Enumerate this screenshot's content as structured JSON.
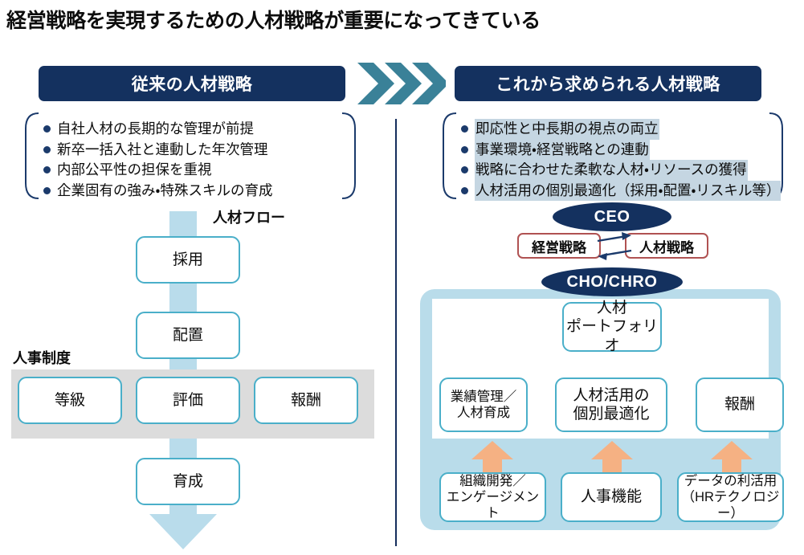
{
  "title": "経営戦略を実現するための人材戦略が重要になってきている",
  "banners": {
    "legacy": "従来の人材戦略",
    "future": "これから求められる人材戦略"
  },
  "legacy_bullets": [
    "自社人材の長期的な管理が前提",
    "新卒一括入社と連動した年次管理",
    "内部公平性の担保を重視",
    "企業固有の強み・特殊スキルの育成"
  ],
  "future_bullets": [
    "即応性と中長期の視点の両立",
    "事業環境・経営戦略との連動",
    "戦略に合わせた柔軟な人材・リソースの獲得",
    "人材活用の個別最適化（採用・配置・リスキル等）"
  ],
  "left": {
    "flow_label": "人材フロー",
    "hr_system_label": "人事制度",
    "flow_boxes": {
      "saiyo": "採用",
      "haichi": "配置",
      "ikusei": "育成"
    },
    "system_boxes": {
      "toukyu": "等級",
      "hyouka": "評価",
      "houshu": "報酬"
    }
  },
  "right": {
    "ceo": "CEO",
    "cho": "CHO/CHRO",
    "keiei_senryaku": "経営戦略",
    "jinzai_senryaku": "人材戦略",
    "portfolio_line1": "人材",
    "portfolio_line2": "ポートフォリオ",
    "gyoseki_line1": "業績管理／",
    "gyoseki_line2": "人材育成",
    "katsuyo_line1": "人材活用の",
    "katsuyo_line2": "個別最適化",
    "houshu": "報酬",
    "soshiki_line1": "組織開発／",
    "soshiki_line2": "エンゲージメント",
    "jinji": "人事機能",
    "data_line1": "データの利活用",
    "data_line2": "（HRテクノロジー）"
  },
  "colors": {
    "navy": "#14315f",
    "teal": "#3a8198",
    "cyan_border": "#4aafc9",
    "light_blue": "#b9dcea",
    "highlight": "#c5d6e2",
    "gray_band": "#dcdcdc",
    "red_border": "#b05252",
    "orange_arrow": "#f5b183"
  }
}
